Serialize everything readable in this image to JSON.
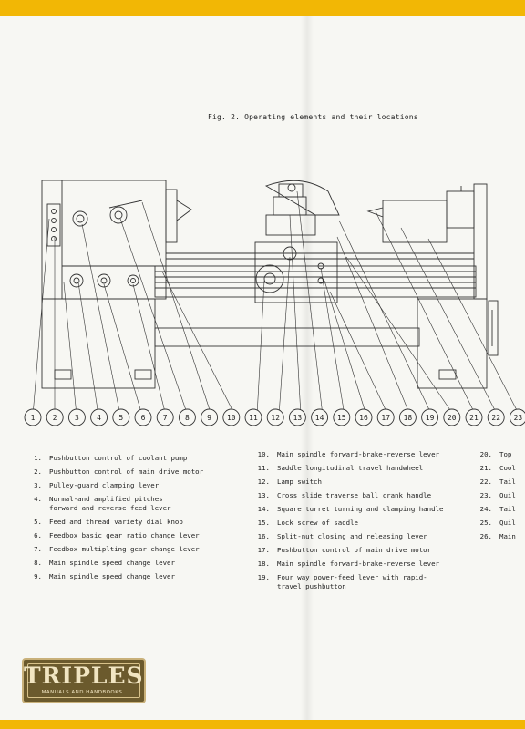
{
  "caption": "Fig. 2. Operating elements and their locations",
  "callouts": [
    "1",
    "2",
    "3",
    "4",
    "5",
    "6",
    "7",
    "8",
    "9",
    "10",
    "11",
    "12",
    "13",
    "14",
    "15",
    "16",
    "17",
    "18",
    "19",
    "20",
    "21",
    "22",
    "23"
  ],
  "legend_col1": [
    {
      "n": "1.",
      "t": "Pushbutton control of coolant pump"
    },
    {
      "n": "2.",
      "t": "Pushbutton control of main drive motor"
    },
    {
      "n": "3.",
      "t": "Pulley-guard clamping lever"
    },
    {
      "n": "4.",
      "t": "Normal-and amplified pitches\nforward and reverse feed lever"
    },
    {
      "n": "5.",
      "t": "Feed and thread variety dial knob"
    },
    {
      "n": "6.",
      "t": "Feedbox basic gear ratio change lever"
    },
    {
      "n": "7.",
      "t": "Feedbox multiplting gear change lever"
    },
    {
      "n": "8.",
      "t": "Main spindle speed change lever"
    },
    {
      "n": "9.",
      "t": "Main spindle speed change lever"
    }
  ],
  "legend_col2": [
    {
      "n": "10.",
      "t": "Main spindle forward-brake-reverse lever"
    },
    {
      "n": "11.",
      "t": "Saddle longitudinal travel handwheel"
    },
    {
      "n": "12.",
      "t": "Lamp switch"
    },
    {
      "n": "13.",
      "t": "Cross slide traverse ball crank handle"
    },
    {
      "n": "14.",
      "t": "Square turret turning and clamping handle"
    },
    {
      "n": "15.",
      "t": "Lock screw of saddle"
    },
    {
      "n": "16.",
      "t": "Split-nut closing and releasing lever"
    },
    {
      "n": "17.",
      "t": "Pushbutton control of main drive motor"
    },
    {
      "n": "18.",
      "t": "Main spindle forward-brake-reverse lever"
    },
    {
      "n": "19.",
      "t": "Four way power-feed lever with rapid-\ntravel pushbutton"
    }
  ],
  "legend_col3": [
    {
      "n": "20.",
      "t": "Top"
    },
    {
      "n": "21.",
      "t": "Cool"
    },
    {
      "n": "22.",
      "t": "Tail"
    },
    {
      "n": "23.",
      "t": "Quil"
    },
    {
      "n": "24.",
      "t": "Tail"
    },
    {
      "n": "25.",
      "t": "Quil"
    },
    {
      "n": "26.",
      "t": "Main"
    }
  ],
  "logo": {
    "word": "TRIPLES",
    "sub": "MANUALS AND HANDBOOKS"
  },
  "colors": {
    "border": "#f2b705",
    "paper": "#f7f7f3",
    "ink": "#222222",
    "logo_bg": "#6b5a2d"
  }
}
